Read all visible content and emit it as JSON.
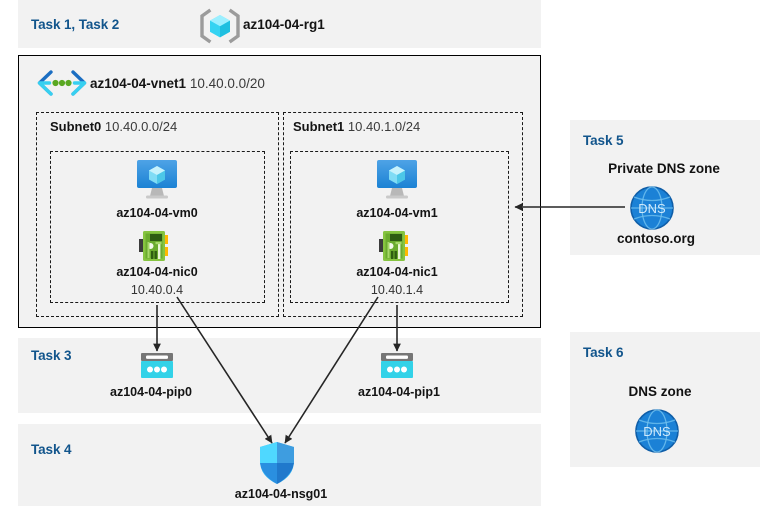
{
  "diagram": {
    "title": "Azure AZ-104-04 lab architecture",
    "colors": {
      "task_label": "#12558c",
      "panel_bg": "#f2f2f2",
      "page_bg": "#ffffff",
      "border": "#000000",
      "dashed_border": "#1a1a1a",
      "arrow": "#262626",
      "vm_screen": "#2e8ad8",
      "nic_green": "#6fb33a",
      "pip_cyan": "#32d2e8",
      "nsg_blue": "#2ea7f0",
      "dns_blue": "#1f7fd0",
      "rg_cube": "#50e6ff",
      "vnet_chevron": "#1b6ec2",
      "vnet_dots": "#5aa822"
    }
  },
  "resource_group": {
    "task_label": "Task 1, Task 2",
    "icon": "resource-group-icon",
    "name": "az104-04-rg1"
  },
  "vnet": {
    "icon": "virtual-network-icon",
    "name": "az104-04-vnet1",
    "cidr": "10.40.0.0/20"
  },
  "subnets": [
    {
      "name": "Subnet0",
      "cidr": "10.40.0.0/24",
      "vm": {
        "icon": "virtual-machine-icon",
        "name": "az104-04-vm0"
      },
      "nic": {
        "icon": "network-interface-icon",
        "name": "az104-04-nic0",
        "ip": "10.40.0.4"
      }
    },
    {
      "name": "Subnet1",
      "cidr": "10.40.1.0/24",
      "vm": {
        "icon": "virtual-machine-icon",
        "name": "az104-04-vm1"
      },
      "nic": {
        "icon": "network-interface-icon",
        "name": "az104-04-nic1",
        "ip": "10.40.1.4"
      }
    }
  ],
  "public_ips": {
    "task_label": "Task 3",
    "items": [
      {
        "icon": "public-ip-address-icon",
        "name": "az104-04-pip0"
      },
      {
        "icon": "public-ip-address-icon",
        "name": "az104-04-pip1"
      }
    ]
  },
  "nsg": {
    "task_label": "Task 4",
    "icon": "network-security-group-icon",
    "name": "az104-04-nsg01"
  },
  "private_dns": {
    "task_label": "Task 5",
    "heading": "Private DNS zone",
    "icon": "dns-zone-icon",
    "icon_text": "DNS",
    "name": "contoso.org"
  },
  "public_dns": {
    "task_label": "Task 6",
    "heading": "DNS zone",
    "icon": "dns-zone-icon",
    "icon_text": "DNS",
    "name": ""
  }
}
